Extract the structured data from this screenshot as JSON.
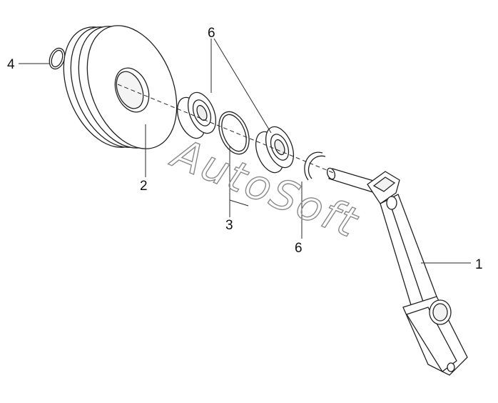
{
  "diagram": {
    "callouts": [
      {
        "id": "part-1",
        "label": "1"
      },
      {
        "id": "part-2",
        "label": "2"
      },
      {
        "id": "part-3",
        "label": "3"
      },
      {
        "id": "part-4",
        "label": "4"
      },
      {
        "id": "part-6-top",
        "label": "6"
      },
      {
        "id": "part-6-bottom",
        "label": "6"
      }
    ],
    "watermark": "AutoSoft"
  },
  "colors": {
    "line": "#222222",
    "watermark": "#8a8a8a",
    "background": "#ffffff"
  }
}
